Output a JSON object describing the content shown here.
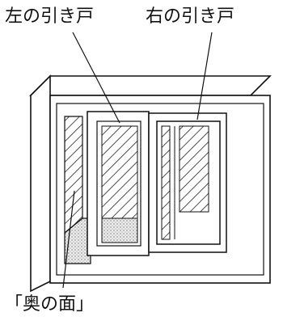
{
  "labels": {
    "left_door": "左の引き戸",
    "right_door": "右の引き戸",
    "back_face": "「奥の面」"
  }
}
